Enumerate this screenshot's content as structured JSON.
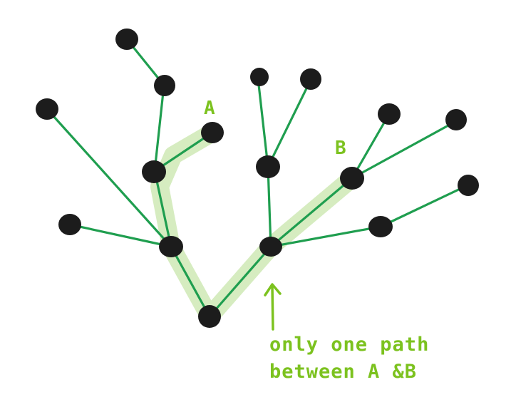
{
  "diagram": {
    "labels": {
      "node_a": "A",
      "node_b": "B"
    },
    "caption": {
      "line1": "only one path",
      "line2": "between A &B"
    }
  },
  "colors": {
    "node": "#1c1c1c",
    "edge": "#1f9e4f",
    "highlight": "#d6ecc0",
    "annotation": "#7cc21f"
  }
}
